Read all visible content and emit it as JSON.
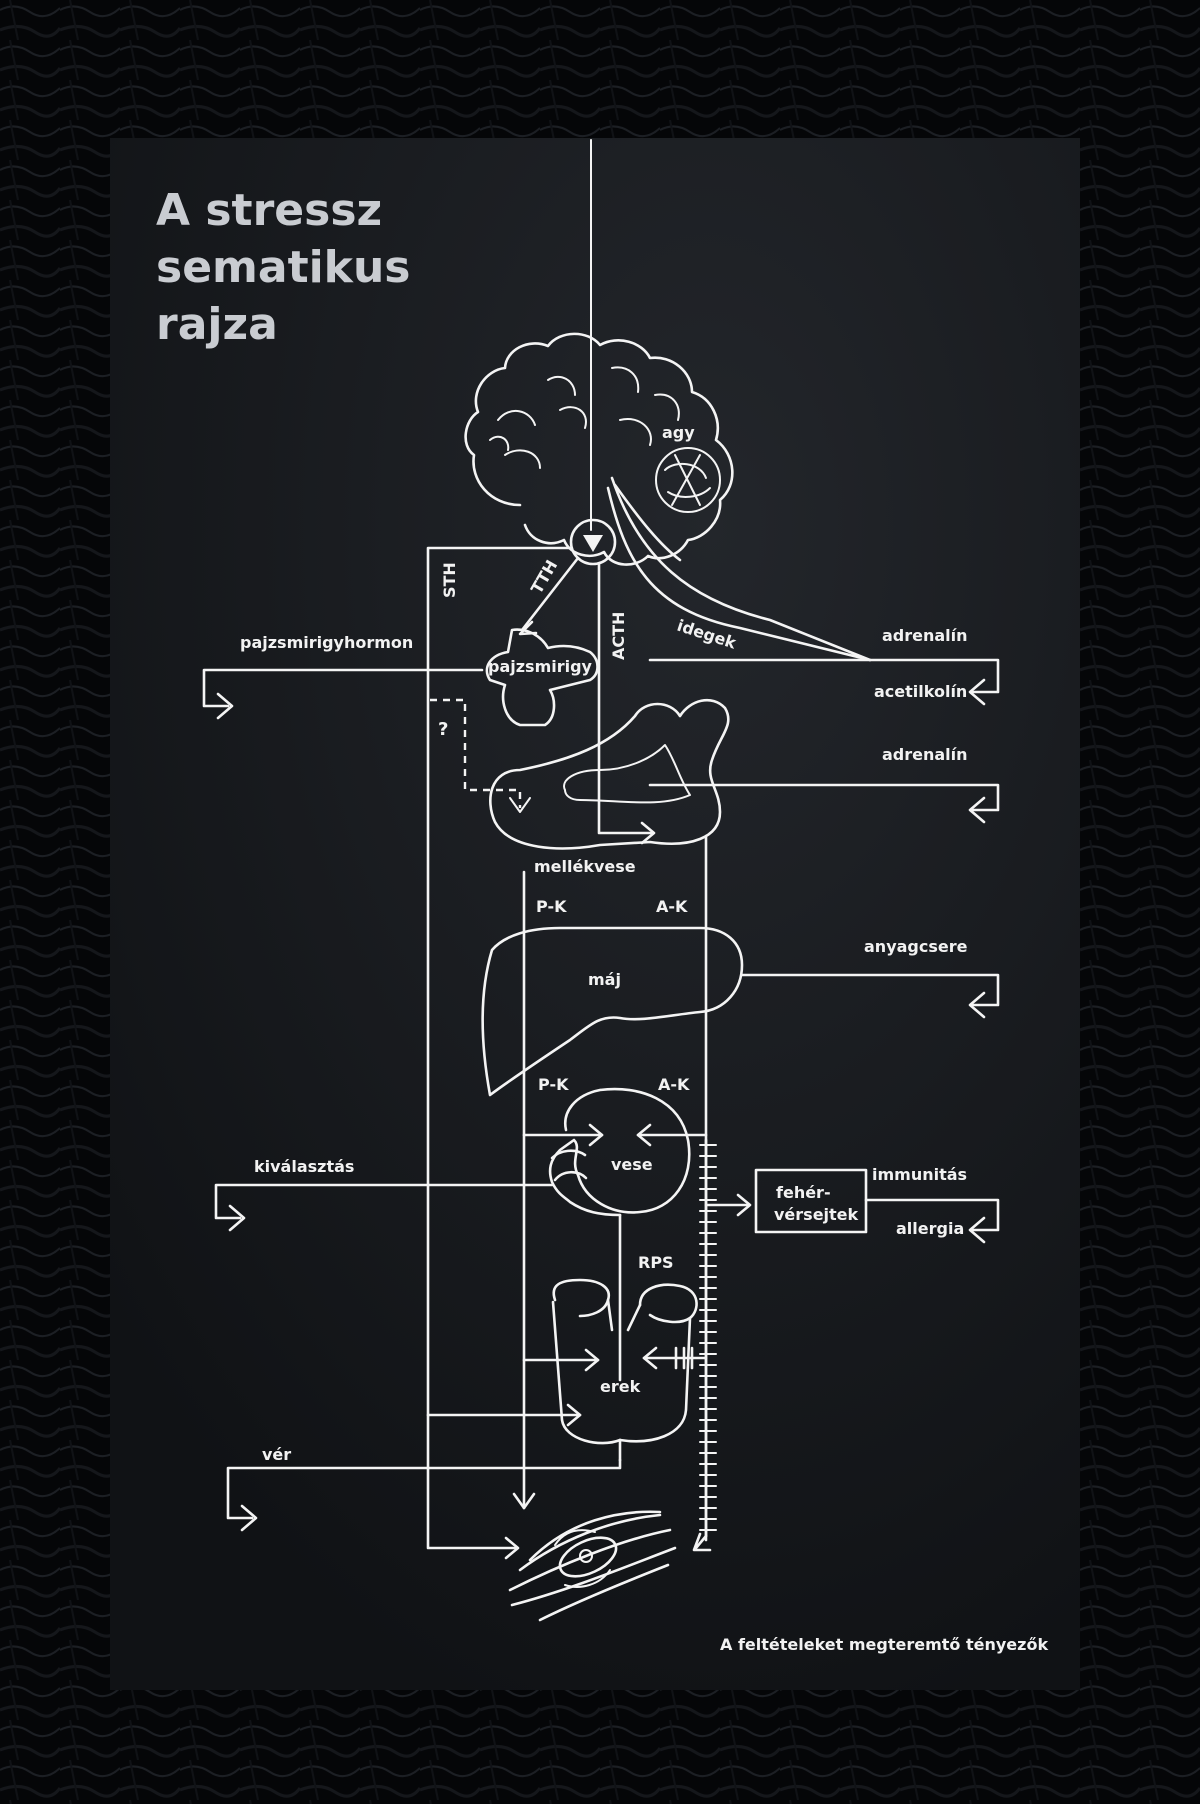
{
  "poster": {
    "title_lines": [
      "A stressz",
      "sematikus",
      "rajza"
    ],
    "footer": "A feltételeket megteremtő tényezők"
  },
  "labels": {
    "agy": "agy",
    "sth": "STH",
    "tth": "TTH",
    "acth": "ACTH",
    "idegek": "idegek",
    "pajzsmirigyhormon": "pajzsmirigyhormon",
    "pajzsmirigy": "pajzsmirigy",
    "adrenalin_1": "adrenalín",
    "acetilkolin": "acetilkolín",
    "question": "?",
    "adrenalin_2": "adrenalín",
    "mellekvese": "mellékvese",
    "pk_1": "P-K",
    "ak_1": "A-K",
    "anyagcsere": "anyagcsere",
    "maj": "máj",
    "pk_2": "P-K",
    "ak_2": "A-K",
    "kivalasztas": "kiválasztás",
    "vese": "vese",
    "feher": "fehér-",
    "versejtek": "vérsejtek",
    "immunitas": "immunitás",
    "allergia": "allergia",
    "rps": "RPS",
    "erek": "erek",
    "ver": "vér"
  },
  "colors": {
    "background": "#050608",
    "board": "#141619",
    "line": "#f4f4f4",
    "title": "#c9ccd1"
  }
}
